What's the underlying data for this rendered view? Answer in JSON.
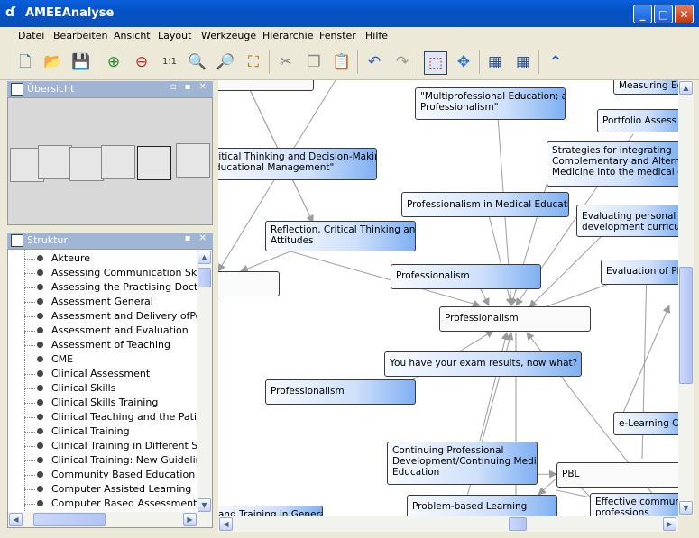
{
  "window": {
    "title": "AMEEAnalyse",
    "app_icon": "ɗ",
    "minimize": "_",
    "maximize": "□",
    "close": "✕"
  },
  "menu": [
    "Datei",
    "Bearbeiten",
    "Ansicht",
    "Layout",
    "Werkzeuge",
    "Hierarchie",
    "Fenster",
    "Hilfe"
  ],
  "toolbar": [
    {
      "icon": "new-file-icon",
      "glyph": "🗋"
    },
    {
      "icon": "open-folder-icon",
      "glyph": "📂"
    },
    {
      "icon": "save-icon",
      "glyph": "💾"
    },
    {
      "icon": "zoom-in-icon",
      "glyph": "⊕"
    },
    {
      "icon": "zoom-out-icon",
      "glyph": "⊖"
    },
    {
      "icon": "zoom-actual-icon",
      "glyph": "1:1"
    },
    {
      "icon": "zoom-icon",
      "glyph": "🔍"
    },
    {
      "icon": "zoom-selection-icon",
      "glyph": "🔎"
    },
    {
      "icon": "fit-to-window-icon",
      "glyph": "⛶"
    },
    {
      "icon": "cut-icon",
      "glyph": "✂"
    },
    {
      "icon": "copy-icon",
      "glyph": "❐"
    },
    {
      "icon": "paste-icon",
      "glyph": "📋"
    },
    {
      "icon": "undo-icon",
      "glyph": "↶"
    },
    {
      "icon": "redo-icon",
      "glyph": "↷"
    },
    {
      "icon": "select-tool-icon",
      "glyph": "⬚"
    },
    {
      "icon": "pan-tool-icon",
      "glyph": "✥"
    },
    {
      "icon": "grid-icon",
      "glyph": "▦"
    },
    {
      "icon": "snap-grid-icon",
      "glyph": "▦"
    },
    {
      "icon": "collapse-up-icon",
      "glyph": "⌃"
    }
  ],
  "overview": {
    "title": "Übersicht",
    "buttons": "▫ ▪ ✕"
  },
  "structure": {
    "title": "Struktur",
    "buttons": "▪ ✕",
    "items": [
      "Akteure",
      "Assessing Communication Skills",
      "Assessing the Practising Doctor",
      "Assessment General",
      "Assessment and Delivery ofPostgr",
      "Assessment and Evaluation",
      "Assessment of Teaching",
      "CME",
      "Clinical Assessment",
      "Clinical Skills",
      "Clinical Skills Training",
      "Clinical Teaching and the Patient",
      "Clinical Training",
      "Clinical Training in Different Settin",
      "Clinical Training: New Guidelines fo",
      "Community Based Education",
      "Computer Assisted Learning",
      "Computer Based Assessment"
    ]
  },
  "graph": {
    "nodes": [
      {
        "id": "n-top-left",
        "lines": [
          ""
        ],
        "style": "plain"
      },
      {
        "id": "n-multiprof",
        "lines": [
          "\"Multiprofessional Education; and",
          "Professionalism\""
        ],
        "style": "grad"
      },
      {
        "id": "n-measuring",
        "lines": [
          "Measuring Ed"
        ],
        "style": "grad"
      },
      {
        "id": "n-portfolio",
        "lines": [
          "Portfolio Assess"
        ],
        "style": "grad"
      },
      {
        "id": "n-critical",
        "lines": [
          "ritical Thinking and Decision-Making;",
          "ducational Management\""
        ],
        "style": "grad"
      },
      {
        "id": "n-strategies",
        "lines": [
          "Strategies for integrating",
          "Complementary and Alternati",
          "Medicine into the medical cur"
        ],
        "style": "grad"
      },
      {
        "id": "n-prof-med",
        "lines": [
          "Professionalism in Medical Education"
        ],
        "style": "grad"
      },
      {
        "id": "n-evaluating",
        "lines": [
          "Evaluating personal an",
          "development curricula"
        ],
        "style": "grad"
      },
      {
        "id": "n-reflection",
        "lines": [
          "Reflection, Critical Thinking and",
          "Attitudes"
        ],
        "style": "grad"
      },
      {
        "id": "n-left-empty",
        "lines": [
          ""
        ],
        "style": "plain"
      },
      {
        "id": "n-prof-1",
        "lines": [
          "Professionalism"
        ],
        "style": "grad"
      },
      {
        "id": "n-eval-pbl",
        "lines": [
          "Evaluation of PBL"
        ],
        "style": "grad"
      },
      {
        "id": "n-prof-center",
        "lines": [
          "Professionalism"
        ],
        "style": "plain"
      },
      {
        "id": "n-exam",
        "lines": [
          "You have your exam results, now what?"
        ],
        "style": "grad"
      },
      {
        "id": "n-prof-2",
        "lines": [
          "Professionalism"
        ],
        "style": "grad"
      },
      {
        "id": "n-elearning",
        "lines": [
          "e-Learning Ca"
        ],
        "style": "grad"
      },
      {
        "id": "n-cpd",
        "lines": [
          "Continuing Professional",
          "Development/Continuing Medical",
          "Education"
        ],
        "style": "grad"
      },
      {
        "id": "n-pbl",
        "lines": [
          "PBL"
        ],
        "style": "plain"
      },
      {
        "id": "n-pbl-learning",
        "lines": [
          "Problem-based Learning"
        ],
        "style": "grad"
      },
      {
        "id": "n-effective",
        "lines": [
          "Effective communic",
          "professions"
        ],
        "style": "grad"
      },
      {
        "id": "n-training-general",
        "lines": [
          "and Training in Genera"
        ],
        "style": "grad"
      }
    ]
  }
}
